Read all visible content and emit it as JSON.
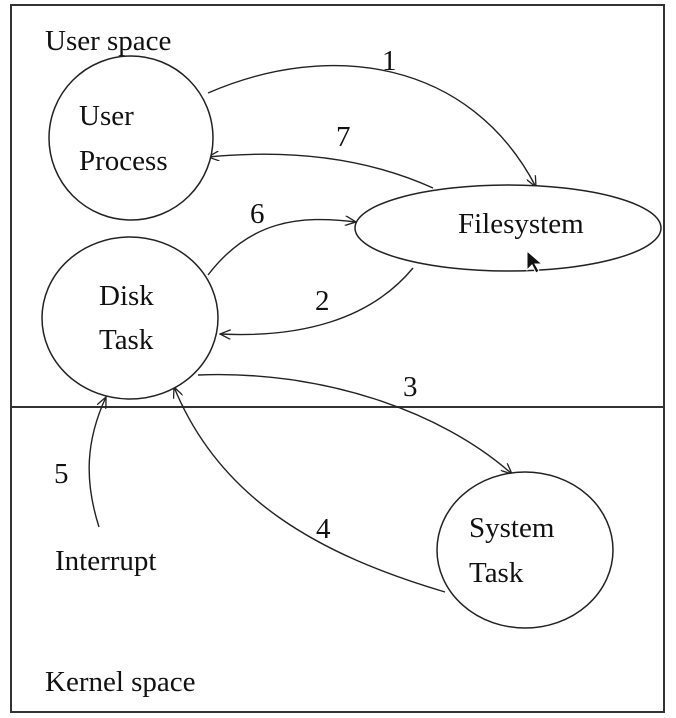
{
  "regions": {
    "user_space": "User space",
    "kernel_space": "Kernel space"
  },
  "nodes": {
    "user_process": [
      "User",
      "Process"
    ],
    "filesystem": "Filesystem",
    "disk_task": [
      "Disk",
      "Task"
    ],
    "system_task": [
      "System",
      "Task"
    ],
    "interrupt": "Interrupt"
  },
  "edges": [
    {
      "label": "1",
      "from": "User Process",
      "to": "Filesystem"
    },
    {
      "label": "2",
      "from": "Filesystem",
      "to": "Disk Task"
    },
    {
      "label": "3",
      "from": "Disk Task",
      "to": "System Task"
    },
    {
      "label": "4",
      "from": "System Task",
      "to": "Disk Task"
    },
    {
      "label": "5",
      "from": "Interrupt",
      "to": "Disk Task"
    },
    {
      "label": "6",
      "from": "Disk Task",
      "to": "Filesystem"
    },
    {
      "label": "7",
      "from": "Filesystem",
      "to": "User Process"
    }
  ]
}
